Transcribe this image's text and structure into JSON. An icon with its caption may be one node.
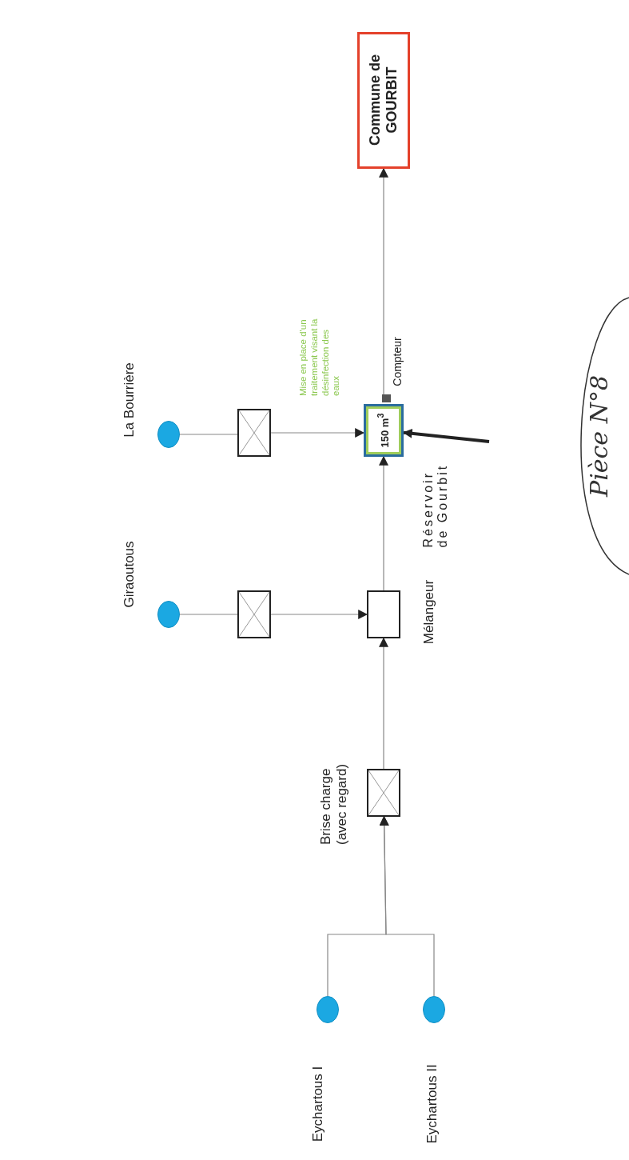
{
  "diagram": {
    "nodes": [
      {
        "text": [
          "Eychartous I"
        ]
      },
      {
        "text": [
          "Eychartous II"
        ]
      },
      {
        "text": [
          "Brise charge (avec regard)"
        ]
      },
      {
        "text": [
          "Giraoutous"
        ]
      },
      {
        "text": [],
        "shape": "box"
      },
      {
        "text": [
          "Mélangeur"
        ]
      },
      {
        "text": [
          "La Bourrière"
        ]
      },
      {
        "text": [],
        "shape": "box"
      },
      {
        "text": [
          "150 m$^{3}$"
        ],
        "beside": [
          "Réservoir de Gourbit"
        ]
      },
      {
        "text": [
          "Compteur"
        ]
      },
      {
        "text": [
          "Commune de GOURBIT"
        ]
      },
      {
        "text": [
          "Pièce N°8"
        ]
      }
    ],
    "edges": [
      {
        "from": 0,
        "to": 2,
        "arrow": "to"
      },
      {
        "from": 1,
        "to": 2,
        "arrow": "to"
      },
      {
        "from": 2,
        "to": 5,
        "arrow": "to"
      },
      {
        "from": 3,
        "to": 7,
        "arrow": "none"
      },
      {
        "from": 7,
        "to": 5,
        "arrow": "to"
      },
      {
        "from": 5,
        "to": 8,
        "arrow": "to"
      },
      {
        "from": 6,
        "to": 4,
        "arrow": "none"
      },
      {
        "from": 4,
        "to": 8,
        "arrow": "to",
        "label": "Mise en place d'un traitement visant la désinfection des eaux"
      },
      {
        "from": 9,
        "to": 10,
        "arrow": "to"
      },
      {
        "from": null,
        "to": 8,
        "arrow": "to",
        "style": "thick",
        "color": "#222222"
      }
    ]
  }
}
